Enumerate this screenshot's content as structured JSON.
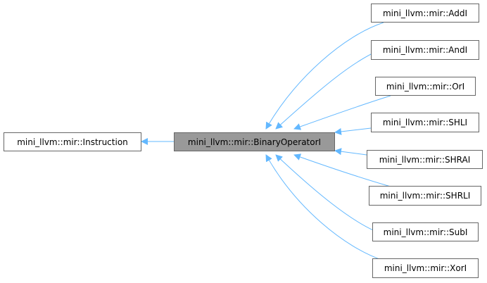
{
  "colors": {
    "edge": "#63b8ff",
    "node_border": "#666666",
    "focus_fill": "#999999"
  },
  "nodes": {
    "instruction": "mini_llvm::mir::Instruction",
    "binary_operator": "mini_llvm::mir::BinaryOperatorI",
    "add": "mini_llvm::mir::AddI",
    "and": "mini_llvm::mir::AndI",
    "or": "mini_llvm::mir::OrI",
    "shl": "mini_llvm::mir::SHLI",
    "shra": "mini_llvm::mir::SHRAI",
    "shrl": "mini_llvm::mir::SHRLI",
    "sub": "mini_llvm::mir::SubI",
    "xor": "mini_llvm::mir::XorI"
  }
}
